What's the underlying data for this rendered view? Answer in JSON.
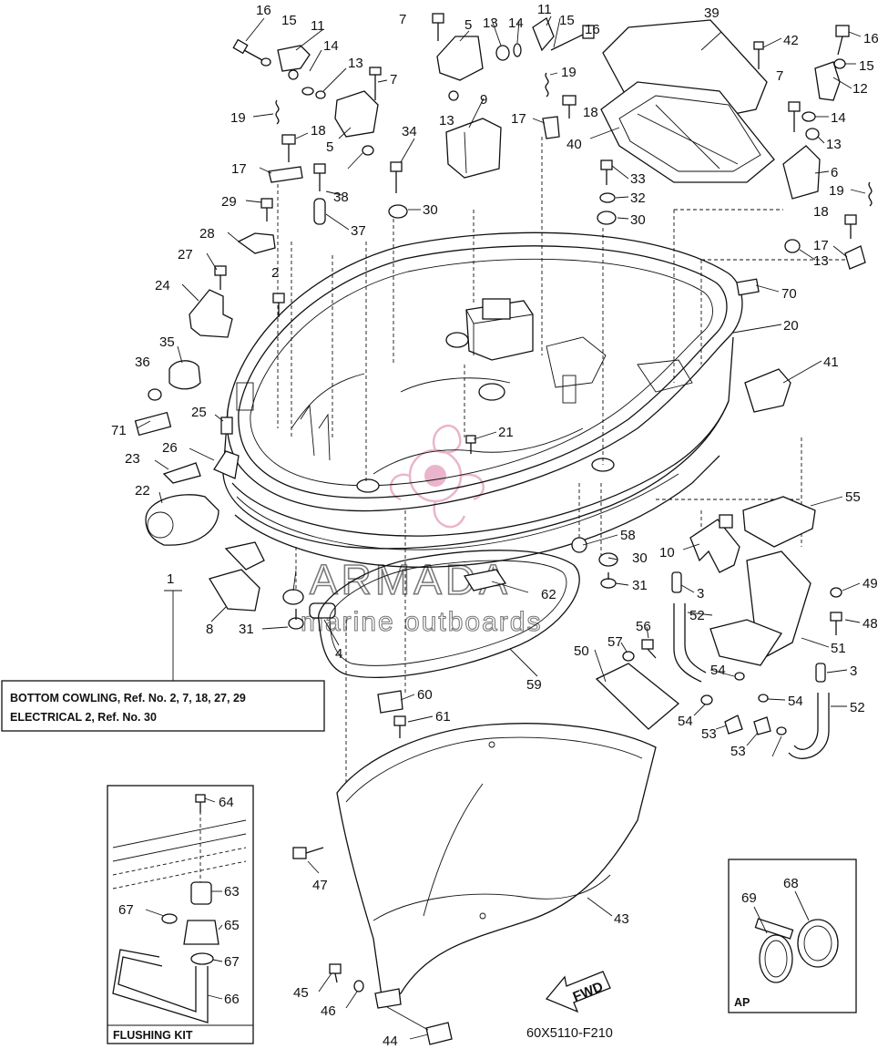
{
  "diagram": {
    "drawing_code": "60X5110-F210",
    "note_box": {
      "line1": "BOTTOM COWLING, Ref. No. 2, 7, 18, 27, 29",
      "line2": "ELECTRICAL 2,   Ref. No. 30"
    },
    "flushing_kit_label": "FLUSHING KIT",
    "ap_label": "AP",
    "fwd_label": "FWD",
    "watermark": {
      "title": "ARMADA",
      "subtitle": "marine outboards"
    },
    "callouts": [
      "16",
      "15",
      "11",
      "14",
      "13",
      "7",
      "19",
      "18",
      "5",
      "17",
      "38",
      "37",
      "34",
      "30",
      "29",
      "28",
      "27",
      "2",
      "24",
      "35",
      "36",
      "25",
      "71",
      "26",
      "23",
      "22",
      "1",
      "8",
      "31",
      "4",
      "7",
      "5",
      "13",
      "14",
      "11",
      "15",
      "16",
      "19",
      "13",
      "9",
      "17",
      "18",
      "39",
      "42",
      "40",
      "33",
      "32",
      "30",
      "7",
      "16",
      "15",
      "12",
      "14",
      "13",
      "6",
      "19",
      "18",
      "17",
      "13",
      "70",
      "20",
      "41",
      "21",
      "55",
      "58",
      "30",
      "10",
      "31",
      "3",
      "62",
      "49",
      "48",
      "52",
      "51",
      "3",
      "50",
      "57",
      "56",
      "54",
      "54",
      "53",
      "53",
      "54",
      "52",
      "59",
      "60",
      "61",
      "43",
      "47",
      "64",
      "63",
      "67",
      "65",
      "67",
      "66",
      "45",
      "46",
      "44",
      "69",
      "68"
    ]
  }
}
